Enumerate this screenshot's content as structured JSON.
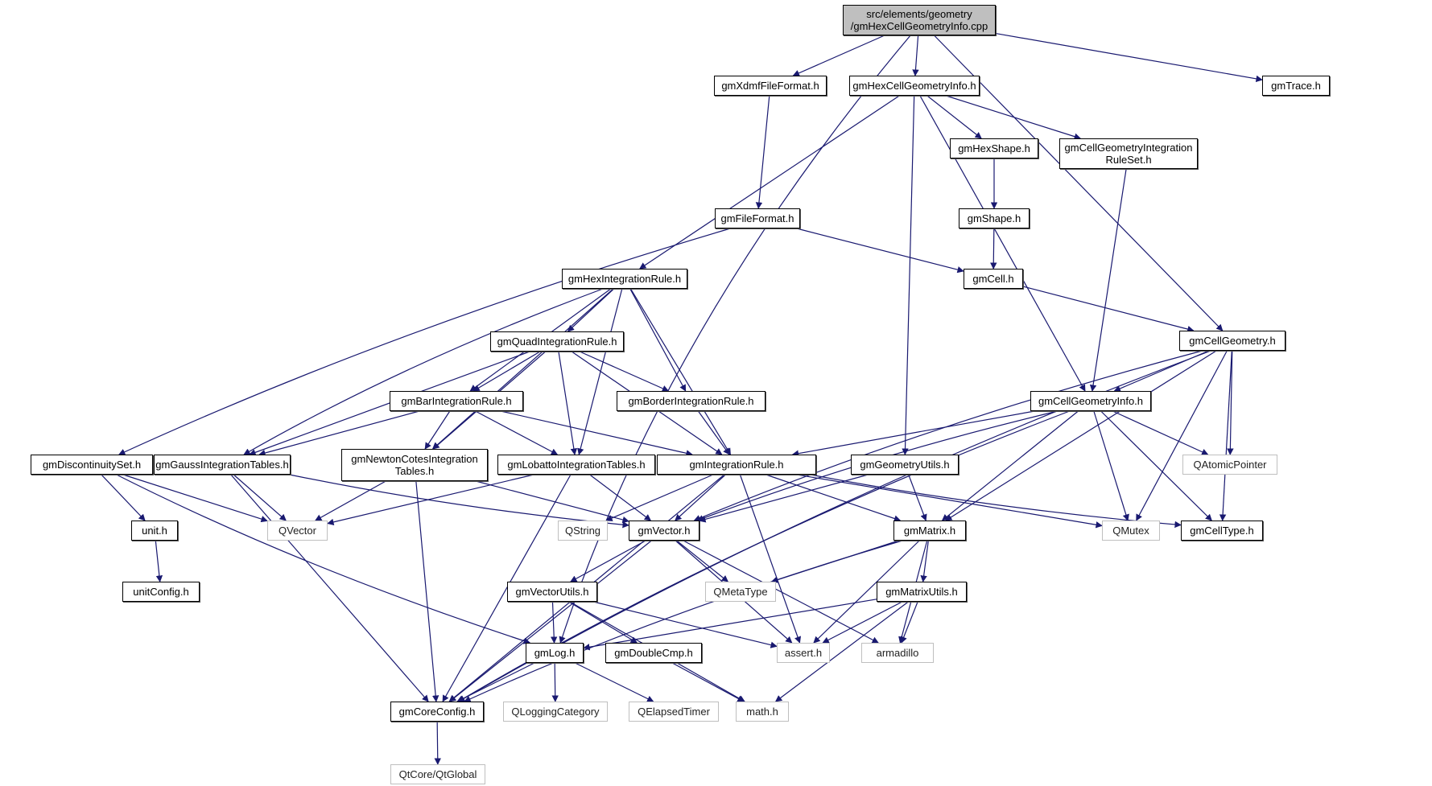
{
  "title": "Include dependency graph for gmHexCellGeometryInfo.cpp",
  "colors": {
    "edge": "#191970",
    "root_fill": "#bfbfbf",
    "external_border": "#bfbfbf",
    "node_border": "#000000"
  },
  "nodes": [
    {
      "id": "root",
      "label": "src/elements/geometry\n/gmHexCellGeometryInfo.cpp",
      "kind": "root"
    },
    {
      "id": "xdmf",
      "label": "gmXdmfFileFormat.h",
      "kind": "doc"
    },
    {
      "id": "hexcgi",
      "label": "gmHexCellGeometryInfo.h",
      "kind": "doc"
    },
    {
      "id": "trace",
      "label": "gmTrace.h",
      "kind": "doc"
    },
    {
      "id": "hexshape",
      "label": "gmHexShape.h",
      "kind": "doc"
    },
    {
      "id": "cgirs",
      "label": "gmCellGeometryIntegration\nRuleSet.h",
      "kind": "doc"
    },
    {
      "id": "fileformat",
      "label": "gmFileFormat.h",
      "kind": "doc"
    },
    {
      "id": "shape",
      "label": "gmShape.h",
      "kind": "doc"
    },
    {
      "id": "hexir",
      "label": "gmHexIntegrationRule.h",
      "kind": "doc"
    },
    {
      "id": "cell",
      "label": "gmCell.h",
      "kind": "doc"
    },
    {
      "id": "quadir",
      "label": "gmQuadIntegrationRule.h",
      "kind": "doc"
    },
    {
      "id": "cellgeom",
      "label": "gmCellGeometry.h",
      "kind": "doc"
    },
    {
      "id": "barir",
      "label": "gmBarIntegrationRule.h",
      "kind": "doc"
    },
    {
      "id": "borderir",
      "label": "gmBorderIntegrationRule.h",
      "kind": "doc"
    },
    {
      "id": "cgi",
      "label": "gmCellGeometryInfo.h",
      "kind": "doc"
    },
    {
      "id": "discset",
      "label": "gmDiscontinuitySet.h",
      "kind": "doc"
    },
    {
      "id": "gausst",
      "label": "gmGaussIntegrationTables.h",
      "kind": "doc"
    },
    {
      "id": "newtont",
      "label": "gmNewtonCotesIntegration\nTables.h",
      "kind": "doc"
    },
    {
      "id": "lobattot",
      "label": "gmLobattoIntegrationTables.h",
      "kind": "doc"
    },
    {
      "id": "ir",
      "label": "gmIntegrationRule.h",
      "kind": "doc"
    },
    {
      "id": "geomutils",
      "label": "gmGeometryUtils.h",
      "kind": "doc"
    },
    {
      "id": "qatomic",
      "label": "QAtomicPointer",
      "kind": "ext"
    },
    {
      "id": "unit",
      "label": "unit.h",
      "kind": "doc"
    },
    {
      "id": "qvector",
      "label": "QVector",
      "kind": "ext"
    },
    {
      "id": "qstring",
      "label": "QString",
      "kind": "ext"
    },
    {
      "id": "vector",
      "label": "gmVector.h",
      "kind": "doc"
    },
    {
      "id": "matrix",
      "label": "gmMatrix.h",
      "kind": "doc"
    },
    {
      "id": "qmutex",
      "label": "QMutex",
      "kind": "ext"
    },
    {
      "id": "celltype",
      "label": "gmCellType.h",
      "kind": "doc"
    },
    {
      "id": "unitcfg",
      "label": "unitConfig.h",
      "kind": "doc"
    },
    {
      "id": "vecutils",
      "label": "gmVectorUtils.h",
      "kind": "doc"
    },
    {
      "id": "qmeta",
      "label": "QMetaType",
      "kind": "ext"
    },
    {
      "id": "matutils",
      "label": "gmMatrixUtils.h",
      "kind": "doc"
    },
    {
      "id": "log",
      "label": "gmLog.h",
      "kind": "doc"
    },
    {
      "id": "dcmp",
      "label": "gmDoubleCmp.h",
      "kind": "doc"
    },
    {
      "id": "assert",
      "label": "assert.h",
      "kind": "ext"
    },
    {
      "id": "arma",
      "label": "armadillo",
      "kind": "ext"
    },
    {
      "id": "coreconfig",
      "label": "gmCoreConfig.h",
      "kind": "doc"
    },
    {
      "id": "qlogcat",
      "label": "QLoggingCategory",
      "kind": "ext"
    },
    {
      "id": "qelapsed",
      "label": "QElapsedTimer",
      "kind": "ext"
    },
    {
      "id": "math",
      "label": "math.h",
      "kind": "ext"
    },
    {
      "id": "qtglobal",
      "label": "QtCore/QtGlobal",
      "kind": "ext"
    }
  ],
  "edges": [
    [
      "root",
      "log"
    ],
    [
      "root",
      "xdmf"
    ],
    [
      "root",
      "hexcgi"
    ],
    [
      "root",
      "trace"
    ],
    [
      "root",
      "cellgeom"
    ],
    [
      "xdmf",
      "fileformat"
    ],
    [
      "hexcgi",
      "hexir"
    ],
    [
      "hexcgi",
      "geomutils"
    ],
    [
      "hexcgi",
      "cgi"
    ],
    [
      "hexcgi",
      "hexshape"
    ],
    [
      "hexcgi",
      "cgirs"
    ],
    [
      "hexshape",
      "shape"
    ],
    [
      "shape",
      "cell"
    ],
    [
      "cgirs",
      "cgi"
    ],
    [
      "fileformat",
      "discset"
    ],
    [
      "fileformat",
      "cell"
    ],
    [
      "cell",
      "cellgeom"
    ],
    [
      "hexir",
      "quadir"
    ],
    [
      "hexir",
      "barir"
    ],
    [
      "hexir",
      "borderir"
    ],
    [
      "hexir",
      "gausst"
    ],
    [
      "hexir",
      "newtont"
    ],
    [
      "hexir",
      "lobattot"
    ],
    [
      "hexir",
      "ir"
    ],
    [
      "quadir",
      "barir"
    ],
    [
      "quadir",
      "borderir"
    ],
    [
      "quadir",
      "gausst"
    ],
    [
      "quadir",
      "newtont"
    ],
    [
      "quadir",
      "lobattot"
    ],
    [
      "quadir",
      "ir"
    ],
    [
      "barir",
      "gausst"
    ],
    [
      "barir",
      "newtont"
    ],
    [
      "barir",
      "lobattot"
    ],
    [
      "barir",
      "ir"
    ],
    [
      "borderir",
      "ir"
    ],
    [
      "cellgeom",
      "cgi"
    ],
    [
      "cellgeom",
      "qatomic"
    ],
    [
      "cellgeom",
      "vector"
    ],
    [
      "cellgeom",
      "matrix"
    ],
    [
      "cellgeom",
      "qmutex"
    ],
    [
      "cellgeom",
      "celltype"
    ],
    [
      "cellgeom",
      "coreconfig"
    ],
    [
      "cgi",
      "ir"
    ],
    [
      "cgi",
      "qatomic"
    ],
    [
      "cgi",
      "vector"
    ],
    [
      "cgi",
      "matrix"
    ],
    [
      "cgi",
      "qmutex"
    ],
    [
      "cgi",
      "celltype"
    ],
    [
      "cgi",
      "coreconfig"
    ],
    [
      "discset",
      "unit"
    ],
    [
      "discset",
      "qvector"
    ],
    [
      "discset",
      "log"
    ],
    [
      "unit",
      "unitcfg"
    ],
    [
      "gausst",
      "qvector"
    ],
    [
      "gausst",
      "vector"
    ],
    [
      "gausst",
      "coreconfig"
    ],
    [
      "newtont",
      "qvector"
    ],
    [
      "newtont",
      "vector"
    ],
    [
      "newtont",
      "coreconfig"
    ],
    [
      "lobattot",
      "qvector"
    ],
    [
      "lobattot",
      "vector"
    ],
    [
      "lobattot",
      "coreconfig"
    ],
    [
      "ir",
      "qstring"
    ],
    [
      "ir",
      "vector"
    ],
    [
      "ir",
      "matrix"
    ],
    [
      "ir",
      "qmutex"
    ],
    [
      "ir",
      "celltype"
    ],
    [
      "ir",
      "assert"
    ],
    [
      "ir",
      "coreconfig"
    ],
    [
      "geomutils",
      "vector"
    ],
    [
      "geomutils",
      "matrix"
    ],
    [
      "vector",
      "vecutils"
    ],
    [
      "vector",
      "qmeta"
    ],
    [
      "vector",
      "assert"
    ],
    [
      "vector",
      "arma"
    ],
    [
      "vector",
      "coreconfig"
    ],
    [
      "matrix",
      "matutils"
    ],
    [
      "matrix",
      "qmeta"
    ],
    [
      "matrix",
      "assert"
    ],
    [
      "matrix",
      "arma"
    ],
    [
      "matrix",
      "coreconfig"
    ],
    [
      "matutils",
      "log"
    ],
    [
      "matutils",
      "assert"
    ],
    [
      "matutils",
      "arma"
    ],
    [
      "matutils",
      "math"
    ],
    [
      "vecutils",
      "log"
    ],
    [
      "vecutils",
      "dcmp"
    ],
    [
      "vecutils",
      "assert"
    ],
    [
      "vecutils",
      "math"
    ],
    [
      "log",
      "coreconfig"
    ],
    [
      "log",
      "qlogcat"
    ],
    [
      "log",
      "qelapsed"
    ],
    [
      "dcmp",
      "math"
    ],
    [
      "coreconfig",
      "qtglobal"
    ]
  ]
}
